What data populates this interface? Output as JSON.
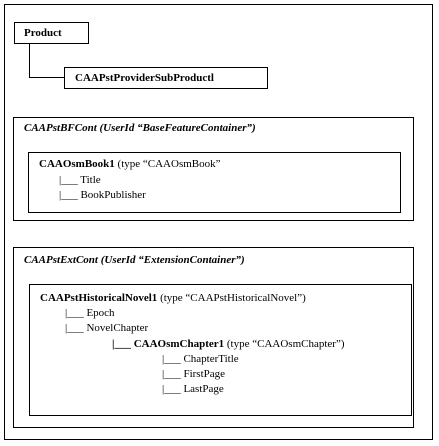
{
  "product": {
    "label": "Product"
  },
  "provider": {
    "label": "CAAPstProviderSubProductl"
  },
  "bf_container": {
    "title": "CAAPstBFCont (UserId “BaseFeatureContainer”)",
    "book": {
      "name": "CAAOsmBook1",
      "type_text": "(type “CAAOsmBook”",
      "children": [
        "Title",
        "BookPublisher"
      ]
    }
  },
  "ext_container": {
    "title": "CAAPstExtCont (UserId “ExtensionContainer”)",
    "novel": {
      "name": "CAAPstHistoricalNovel1",
      "type_text": "(type “CAAPstHistoricalNovel”)",
      "children": [
        "Epoch",
        "NovelChapter"
      ],
      "chapter": {
        "name": "CAAOsmChapter1",
        "type_text": "(type “CAAOsmChapter”)",
        "children": [
          "ChapterTitle",
          "FirstPage",
          "LastPage"
        ]
      }
    }
  },
  "branch_prefix": "|___"
}
